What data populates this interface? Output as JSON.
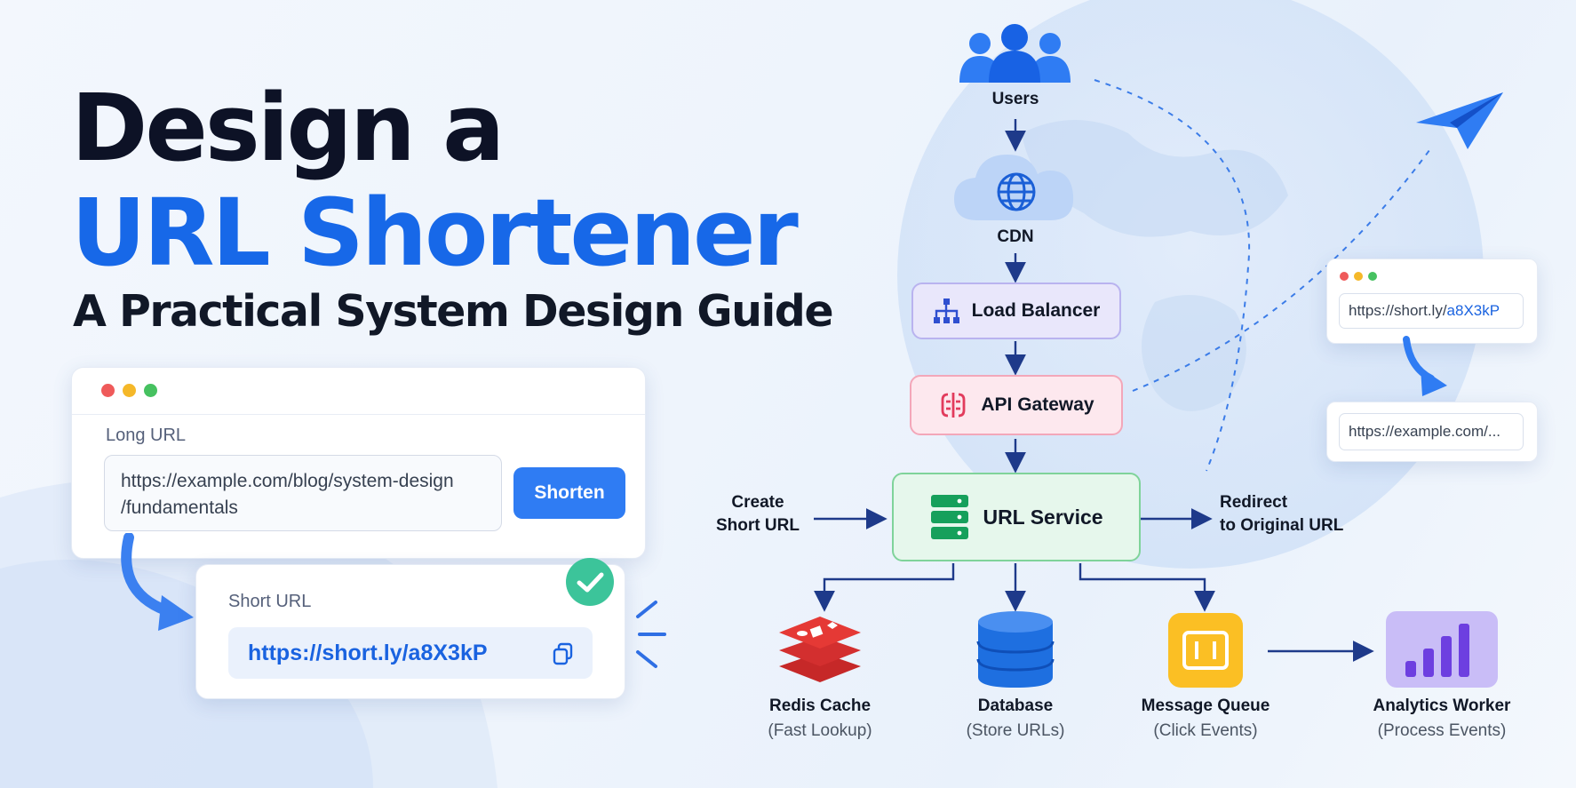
{
  "title": {
    "line1": "Design a",
    "line2": "URL Shortener",
    "subtitle": "A Practical System Design Guide"
  },
  "form": {
    "long_label": "Long URL",
    "long_value": "https://example.com/blog/system-design\n/fundamentals",
    "shorten_button": "Shorten",
    "short_label": "Short URL",
    "short_value": "https://short.ly/a8X3kP"
  },
  "diagram": {
    "users": "Users",
    "cdn": "CDN",
    "load_balancer": "Load Balancer",
    "api_gateway": "API Gateway",
    "url_service": "URL Service",
    "create_label": "Create\nShort URL",
    "redirect_label": "Redirect\nto Original URL",
    "stores": [
      {
        "name": "Redis Cache",
        "note": "(Fast Lookup)"
      },
      {
        "name": "Database",
        "note": "(Store URLs)"
      },
      {
        "name": "Message Queue",
        "note": "(Click Events)"
      },
      {
        "name": "Analytics Worker",
        "note": "(Process Events)"
      }
    ]
  },
  "redirect_panel": {
    "short_url": "https://short.ly/a8X3kP",
    "short_prefix": "https://short.ly/",
    "short_code": "a8X3kP",
    "original_url": "https://example.com/..."
  },
  "colors": {
    "brand_blue": "#1768e8",
    "dark_text": "#0d1226",
    "load_balancer": "#e9e7fb",
    "api_gateway": "#fde8ee",
    "url_service": "#e6f7ec",
    "redis": "#e53935",
    "database": "#1e6fe0",
    "queue": "#fbbf24",
    "analytics": "#8b5cf6"
  },
  "icons": [
    "users-icon",
    "globe-icon",
    "network-icon",
    "gateway-icon",
    "server-icon",
    "redis-icon",
    "database-icon",
    "queue-icon",
    "bar-chart-icon",
    "paper-plane-icon",
    "copy-icon",
    "check-icon"
  ]
}
